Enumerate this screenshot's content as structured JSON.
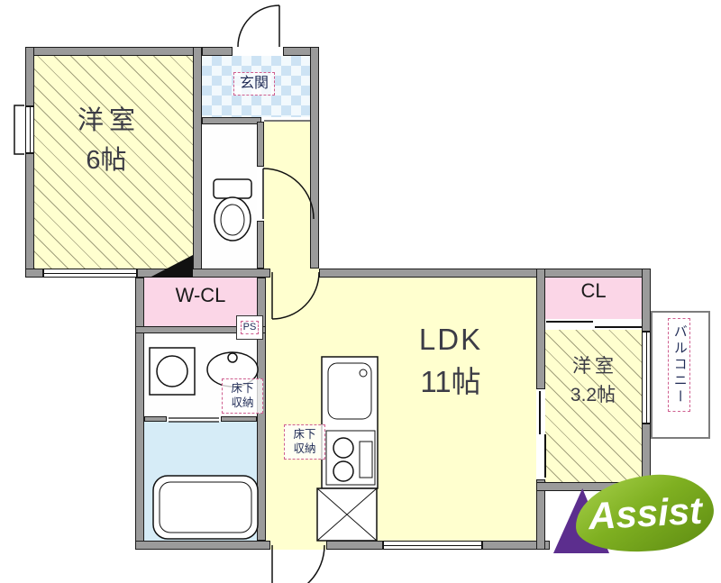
{
  "rooms": {
    "west_room_6": {
      "name": "洋室",
      "size": "6帖"
    },
    "entrance": {
      "label": "玄関"
    },
    "walk_in_closet": {
      "label": "W-CL"
    },
    "pipe_space": {
      "label": "PS"
    },
    "ldk": {
      "name": "LDK",
      "size": "11帖"
    },
    "closet": {
      "label": "CL"
    },
    "west_room_3_2": {
      "name": "洋室",
      "size": "3.2帖"
    },
    "balcony": {
      "label": "バルコニー"
    },
    "floor_storage_1": {
      "line1": "床下",
      "line2": "収納"
    },
    "floor_storage_2": {
      "line1": "床下",
      "line2": "収納"
    }
  },
  "logo": {
    "text": "Assist"
  },
  "colors": {
    "floor_yellow": "#ffffcf",
    "closet_pink": "#fbd6e7",
    "entrance_blue": "#cde3f4",
    "bath_blue": "#d6ecf7",
    "wall_gray": "#9b9b9b",
    "logo_green": "#7fb021",
    "logo_purple": "#5c2e8e",
    "tag_dash_color": "#cf5f8f"
  }
}
